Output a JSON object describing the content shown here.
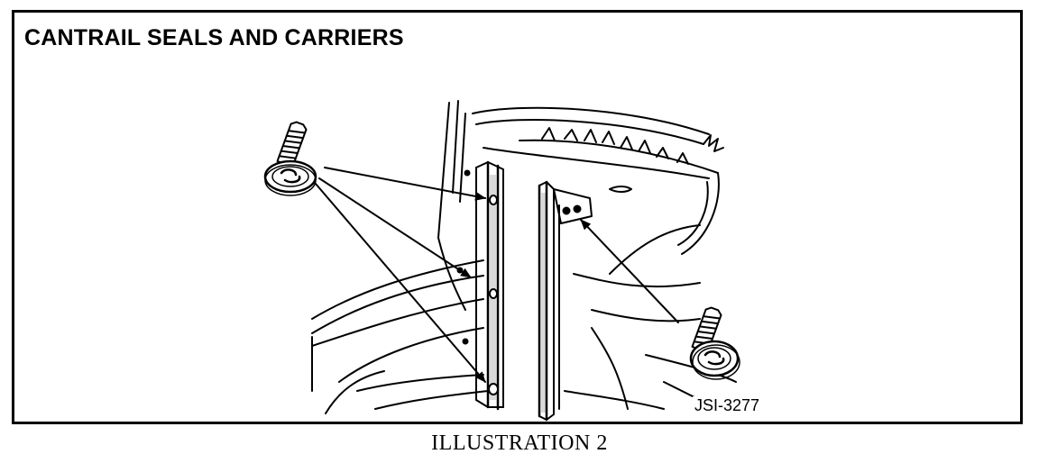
{
  "figure": {
    "title": "CANTRAIL SEALS AND CARRIERS",
    "reference_code": "JSI-3277",
    "caption": "ILLUSTRATION 2"
  },
  "icons": {
    "fastener": "screw-icon",
    "pointer": "arrow-icon"
  }
}
